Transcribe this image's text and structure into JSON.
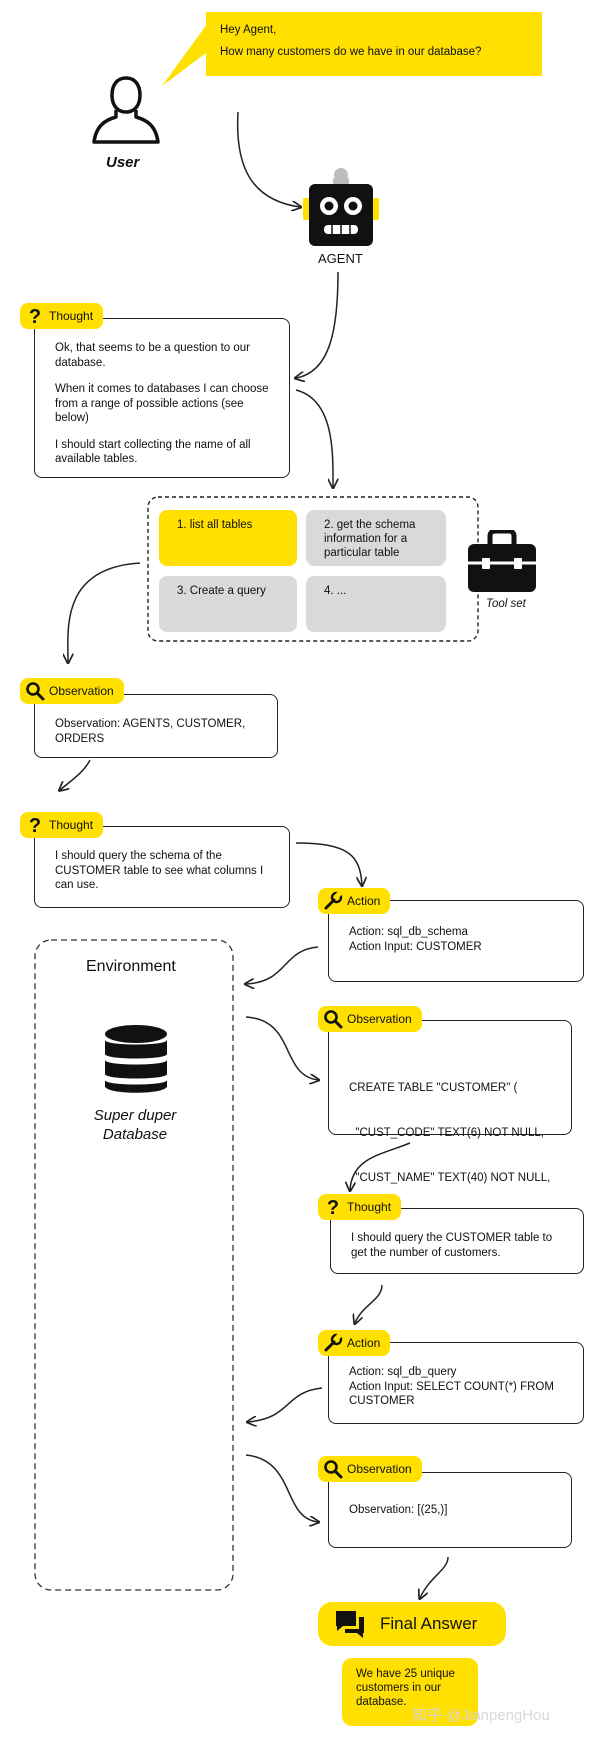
{
  "user": {
    "label": "User",
    "message_lines": [
      "Hey Agent,",
      "How many customers do we have in our database?"
    ]
  },
  "agent": {
    "label": "AGENT"
  },
  "thought1": {
    "tag": "Thought",
    "paragraphs": [
      "Ok, that seems to be a question to our database.",
      "When it comes to databases I can choose from a range of possible actions (see below)",
      "I should start collecting the name of all available tables."
    ]
  },
  "toolset": {
    "label": "Tool set",
    "tools": [
      "1. list all tables",
      "2. get the schema information for a particular table",
      "3. Create a query",
      "4. ..."
    ]
  },
  "observation1": {
    "tag": "Observation",
    "text": "Observation: AGENTS, CUSTOMER, ORDERS"
  },
  "thought2": {
    "tag": "Thought",
    "text": "I should query the schema of the CUSTOMER table to see what columns I can use."
  },
  "action1": {
    "tag": "Action",
    "lines": [
      "Action: sql_db_schema",
      "Action Input: CUSTOMER"
    ]
  },
  "environment": {
    "title": "Environment",
    "db_label_lines": [
      "Super duper",
      "Database"
    ]
  },
  "observation2": {
    "tag": "Observation",
    "lines": [
      "CREATE TABLE \"CUSTOMER\" (",
      "  \"CUST_CODE\" TEXT(6) NOT NULL,",
      "  \"CUST_NAME\" TEXT(40) NOT NULL,",
      "  ....",
      ")"
    ]
  },
  "thought3": {
    "tag": "Thought",
    "text": "I should query the CUSTOMER table to get the number of customers."
  },
  "action2": {
    "tag": "Action",
    "lines": [
      "Action: sql_db_query",
      "Action Input: SELECT COUNT(*) FROM CUSTOMER"
    ]
  },
  "observation3": {
    "tag": "Observation",
    "text": "Observation: [(25,)]"
  },
  "final": {
    "label": "Final Answer",
    "answer": "We have 25 unique customers in our database."
  },
  "watermark": "知乎 @JianpengHou",
  "colors": {
    "accent": "#ffe000",
    "tool_gray": "#d9d9d9",
    "ink": "#111111"
  }
}
